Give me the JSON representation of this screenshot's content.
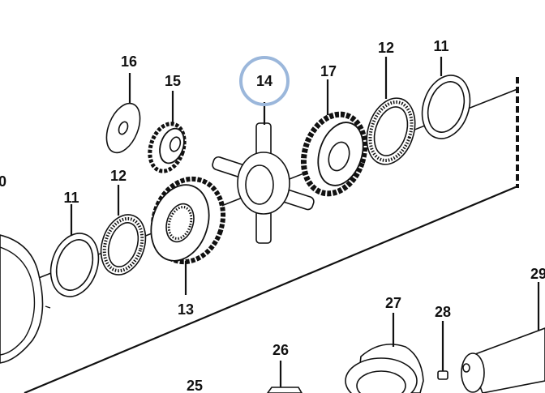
{
  "diagram": {
    "callouts": [
      {
        "id": "c16",
        "text": "16"
      },
      {
        "id": "c15",
        "text": "15"
      },
      {
        "id": "c14",
        "text": "14"
      },
      {
        "id": "c17",
        "text": "17"
      },
      {
        "id": "c12a",
        "text": "12"
      },
      {
        "id": "c11a",
        "text": "11"
      },
      {
        "id": "c12b",
        "text": "12"
      },
      {
        "id": "c11b",
        "text": "11"
      },
      {
        "id": "c13",
        "text": "13"
      },
      {
        "id": "c27",
        "text": "27"
      },
      {
        "id": "c28",
        "text": "28"
      },
      {
        "id": "c29",
        "text": "29"
      },
      {
        "id": "c26",
        "text": "26"
      },
      {
        "id": "c25",
        "text": "25"
      },
      {
        "id": "c10",
        "text": "0"
      }
    ],
    "highlight_color": "#9bb7db",
    "line_color": "#111111"
  }
}
